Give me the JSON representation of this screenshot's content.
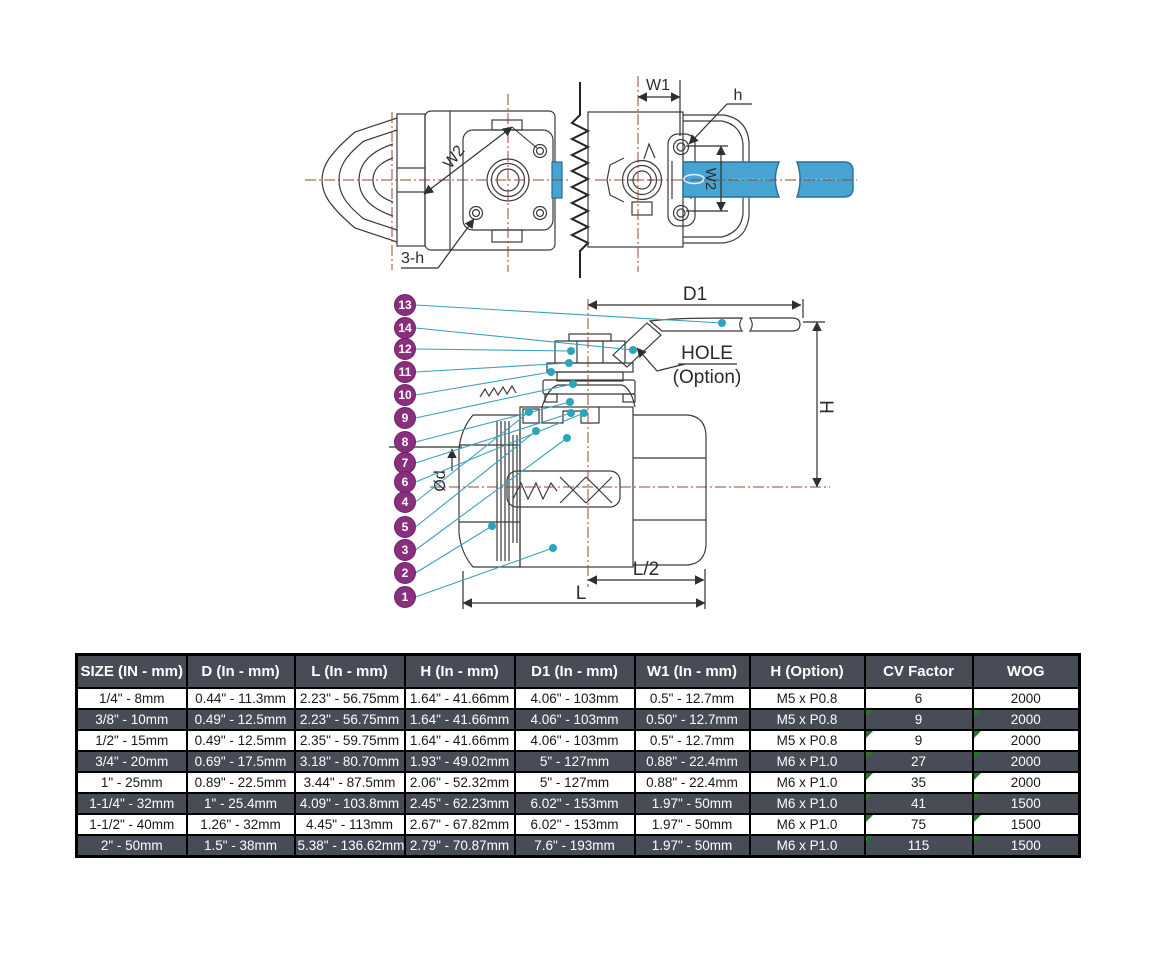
{
  "drawings": {
    "top": {
      "w2_face": "W2",
      "holes_label": "3-h",
      "w1": "W1",
      "hole_label": "h",
      "w2_handle": "W2"
    },
    "section": {
      "callouts": [
        "13",
        "14",
        "12",
        "11",
        "10",
        "9",
        "8",
        "7",
        "6",
        "4",
        "5",
        "3",
        "2",
        "1"
      ],
      "dim_d1": "D1",
      "hole": "HOLE",
      "hole_option": "(Option)",
      "dim_h": "H",
      "dim_od": "Ød",
      "dim_l2": "L/2",
      "dim_l": "L"
    },
    "colors": {
      "handle_blue": "#47a3d2",
      "handle_edge": "#2a6e93",
      "callout_purple": "#8a2f7e",
      "leader_teal": "#3aa0bd",
      "dot_teal": "#2ba4bd",
      "centerline_red": "#954431",
      "line_dark": "#3a3a3a"
    }
  },
  "table": {
    "headers": [
      "SIZE (IN - mm)",
      "D (In - mm)",
      "L (In - mm)",
      "H (In - mm)",
      "D1 (In - mm)",
      "W1 (In - mm)",
      "H (Option)",
      "CV Factor",
      "WOG"
    ],
    "flag_columns": [
      7,
      8
    ],
    "rows": [
      {
        "cells": [
          "1/4\" - 8mm",
          "0.44\" - 11.3mm",
          "2.23\" - 56.75mm",
          "1.64\" - 41.66mm",
          "4.06\" - 103mm",
          "0.5\" - 12.7mm",
          "M5 x P0.8",
          "6",
          "2000"
        ],
        "flagged": false
      },
      {
        "cells": [
          "3/8\" - 10mm",
          "0.49\" - 12.5mm",
          "2.23\" - 56.75mm",
          "1.64\" - 41.66mm",
          "4.06\" - 103mm",
          "0.50\" - 12.7mm",
          "M5 x P0.8",
          "9",
          "2000"
        ],
        "flagged": true
      },
      {
        "cells": [
          "1/2\" - 15mm",
          "0.49\" - 12.5mm",
          "2.35\" - 59.75mm",
          "1.64\" - 41.66mm",
          "4.06\" - 103mm",
          "0.5\" - 12.7mm",
          "M5 x P0.8",
          "9",
          "2000"
        ],
        "flagged": true
      },
      {
        "cells": [
          "3/4\" - 20mm",
          "0.69\" - 17.5mm",
          "3.18\" - 80.70mm",
          "1.93\" - 49.02mm",
          "5\" - 127mm",
          "0.88\" - 22.4mm",
          "M6 x P1.0",
          "27",
          "2000"
        ],
        "flagged": true
      },
      {
        "cells": [
          "1\" - 25mm",
          "0.89\" - 22.5mm",
          "3.44\" - 87.5mm",
          "2.06\" - 52.32mm",
          "5\" - 127mm",
          "0.88\" - 22.4mm",
          "M6 x P1.0",
          "35",
          "2000"
        ],
        "flagged": true
      },
      {
        "cells": [
          "1-1/4\" - 32mm",
          "1\" - 25.4mm",
          "4.09\" - 103.8mm",
          "2.45\" - 62.23mm",
          "6.02\" - 153mm",
          "1.97\" - 50mm",
          "M6 x P1.0",
          "41",
          "1500"
        ],
        "flagged": true
      },
      {
        "cells": [
          "1-1/2\" - 40mm",
          "1.26\" - 32mm",
          "4.45\" - 113mm",
          "2.67\" - 67.82mm",
          "6.02\" - 153mm",
          "1.97\" - 50mm",
          "M6 x P1.0",
          "75",
          "1500"
        ],
        "flagged": true
      },
      {
        "cells": [
          "2\" - 50mm",
          "1.5\" - 38mm",
          "5.38\" - 136.62mm",
          "2.79\" - 70.87mm",
          "7.6\" - 193mm",
          "1.97\" - 50mm",
          "M6 x P1.0",
          "115",
          "1500"
        ],
        "flagged": true
      }
    ]
  }
}
